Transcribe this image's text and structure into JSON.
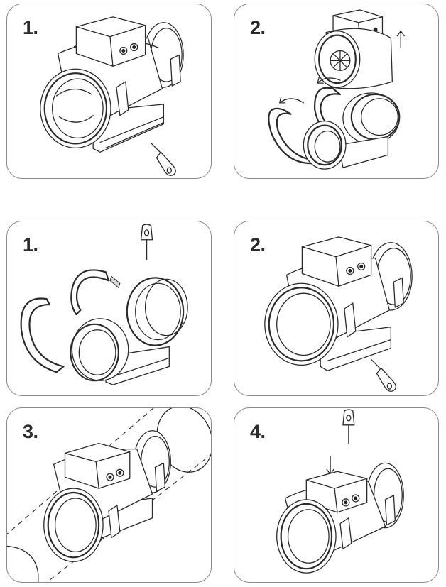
{
  "panels": [
    {
      "step": "1.",
      "content": "remove-clamps"
    },
    {
      "step": "2.",
      "content": "detach-motor-unit"
    },
    {
      "step": "1.",
      "content": "rings-and-collars"
    },
    {
      "step": "2.",
      "content": "assembled-fan"
    },
    {
      "step": "3.",
      "content": "insert-into-duct"
    },
    {
      "step": "4.",
      "content": "tighten-screw"
    }
  ],
  "icons": [
    "screwdriver-icon",
    "arrow-up-icon",
    "curved-arrow-icon",
    "arrow-down-icon"
  ],
  "colors": {
    "line": "#2a2a2a",
    "border": "#8a8a8a",
    "background": "#ffffff"
  }
}
